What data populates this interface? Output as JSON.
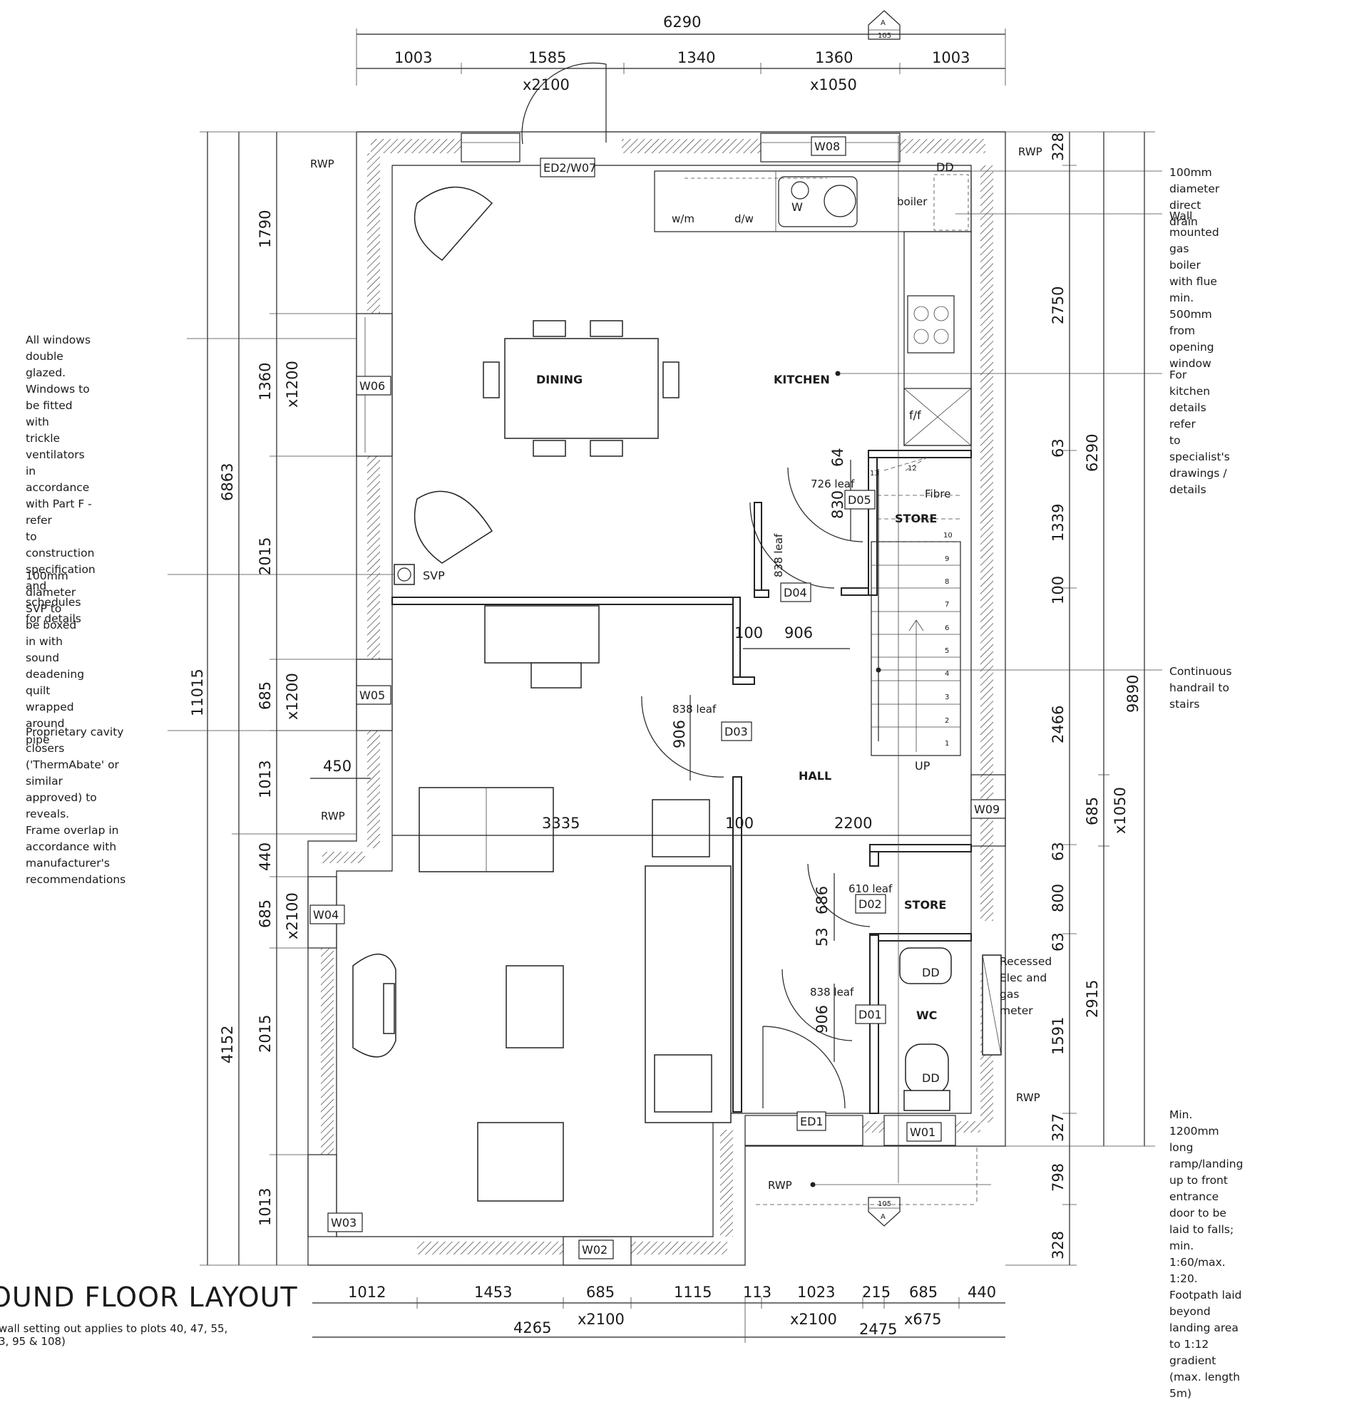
{
  "title": "OUND FLOOR LAYOUT",
  "subtitle": "wall setting out applies to plots 40, 47, 55,\n3, 95 & 108)",
  "section_marker": {
    "letter": "A",
    "sheet": "105"
  },
  "rooms": {
    "dining": "DINING",
    "kitchen": "KITCHEN",
    "store_upper": "STORE",
    "hall": "HALL",
    "store_lower": "STORE",
    "wc": "WC",
    "up": "UP"
  },
  "tags": {
    "ed2": "ED2/W07",
    "w08": "W08",
    "w06": "W06",
    "w05": "W05",
    "w04": "W04",
    "w03": "W03",
    "w02": "W02",
    "w01": "W01",
    "w09": "W09",
    "ed1": "ED1",
    "d01": "D01",
    "d02": "D02",
    "d03": "D03",
    "d04": "D04",
    "d05": "D05"
  },
  "fixtures": {
    "wm": "w/m",
    "dw": "d/w",
    "w": "W",
    "boiler": "boiler",
    "ff": "f/f",
    "svp": "SVP",
    "fibre": "Fibre",
    "dd": "DD",
    "rwp": "RWP",
    "leaf_726": "726 leaf",
    "leaf_838": "838 leaf",
    "leaf_610": "610 leaf"
  },
  "stair_numbers": [
    "1",
    "2",
    "3",
    "4",
    "5",
    "6",
    "7",
    "8",
    "9",
    "10",
    "12",
    "13"
  ],
  "dims_top": {
    "overall": "6290",
    "segments": [
      "1003",
      "1585",
      "1340",
      "1360",
      "1003"
    ],
    "heights": [
      "x2100",
      "x1050"
    ]
  },
  "dims_bottom": {
    "segments": [
      "1012",
      "1453",
      "685",
      "1115",
      "113",
      "1023",
      "215",
      "685",
      "440"
    ],
    "heights": [
      "x2100",
      "x2100",
      "x675"
    ],
    "totals": [
      "4265",
      "2475"
    ]
  },
  "dims_left": {
    "overall": "11015",
    "sub": [
      "6863",
      "4152"
    ],
    "segments": [
      "1790",
      "1360",
      "2015",
      "685",
      "1013",
      "440",
      "685",
      "2015",
      "1013"
    ],
    "heights": [
      "x1200",
      "x1200",
      "x2100"
    ],
    "inset": "450"
  },
  "dims_right": {
    "overall": "9890",
    "sub": [
      "6290",
      "685",
      "x1050",
      "2915"
    ],
    "segments": [
      "328",
      "2750",
      "63",
      "1339",
      "100",
      "2466",
      "63",
      "800",
      "63",
      "1591",
      "327",
      "798",
      "328"
    ]
  },
  "dims_inner": {
    "hall_width": "3335",
    "hall_gap": "100",
    "hall_right": "2200",
    "d04_a": "100",
    "d04_b": "906",
    "d03_h": "906",
    "d05_a": "64",
    "d05_b": "830",
    "d02_a": "686",
    "d02_b": "53",
    "d01_h": "906"
  },
  "notes": {
    "windows": "All windows double glazed.\nWindows to be fitted with\ntrickle ventilators in\naccordance with Part F - refer\nto construction specification\nand schedules for details",
    "svp": "100mm diameter SVP to\nbe boxed in with sound\ndeadening quilt\nwrapped around pipe",
    "closers": "Proprietary cavity closers\n('ThermAbate' or similar\napproved) to reveals.\nFrame overlap in\naccordance with\nmanufacturer's\nrecommendations",
    "drain": "100mm diameter direct\ndrain",
    "boiler": "Wall mounted gas boiler\nwith flue min. 500mm\nfrom opening window",
    "kitchen": "For kitchen details refer\nto specialist's drawings /\ndetails",
    "handrail": "Continuous handrail to stairs",
    "meter": "Recessed\nElec and\ngas meter",
    "ramp": "Min. 1200mm long ramp/landing\nup to front entrance door to be\nlaid to falls; min. 1:60/max. 1:20.\nFootpath laid beyond landing area\nto 1:12 gradient (max. length 5m)"
  }
}
